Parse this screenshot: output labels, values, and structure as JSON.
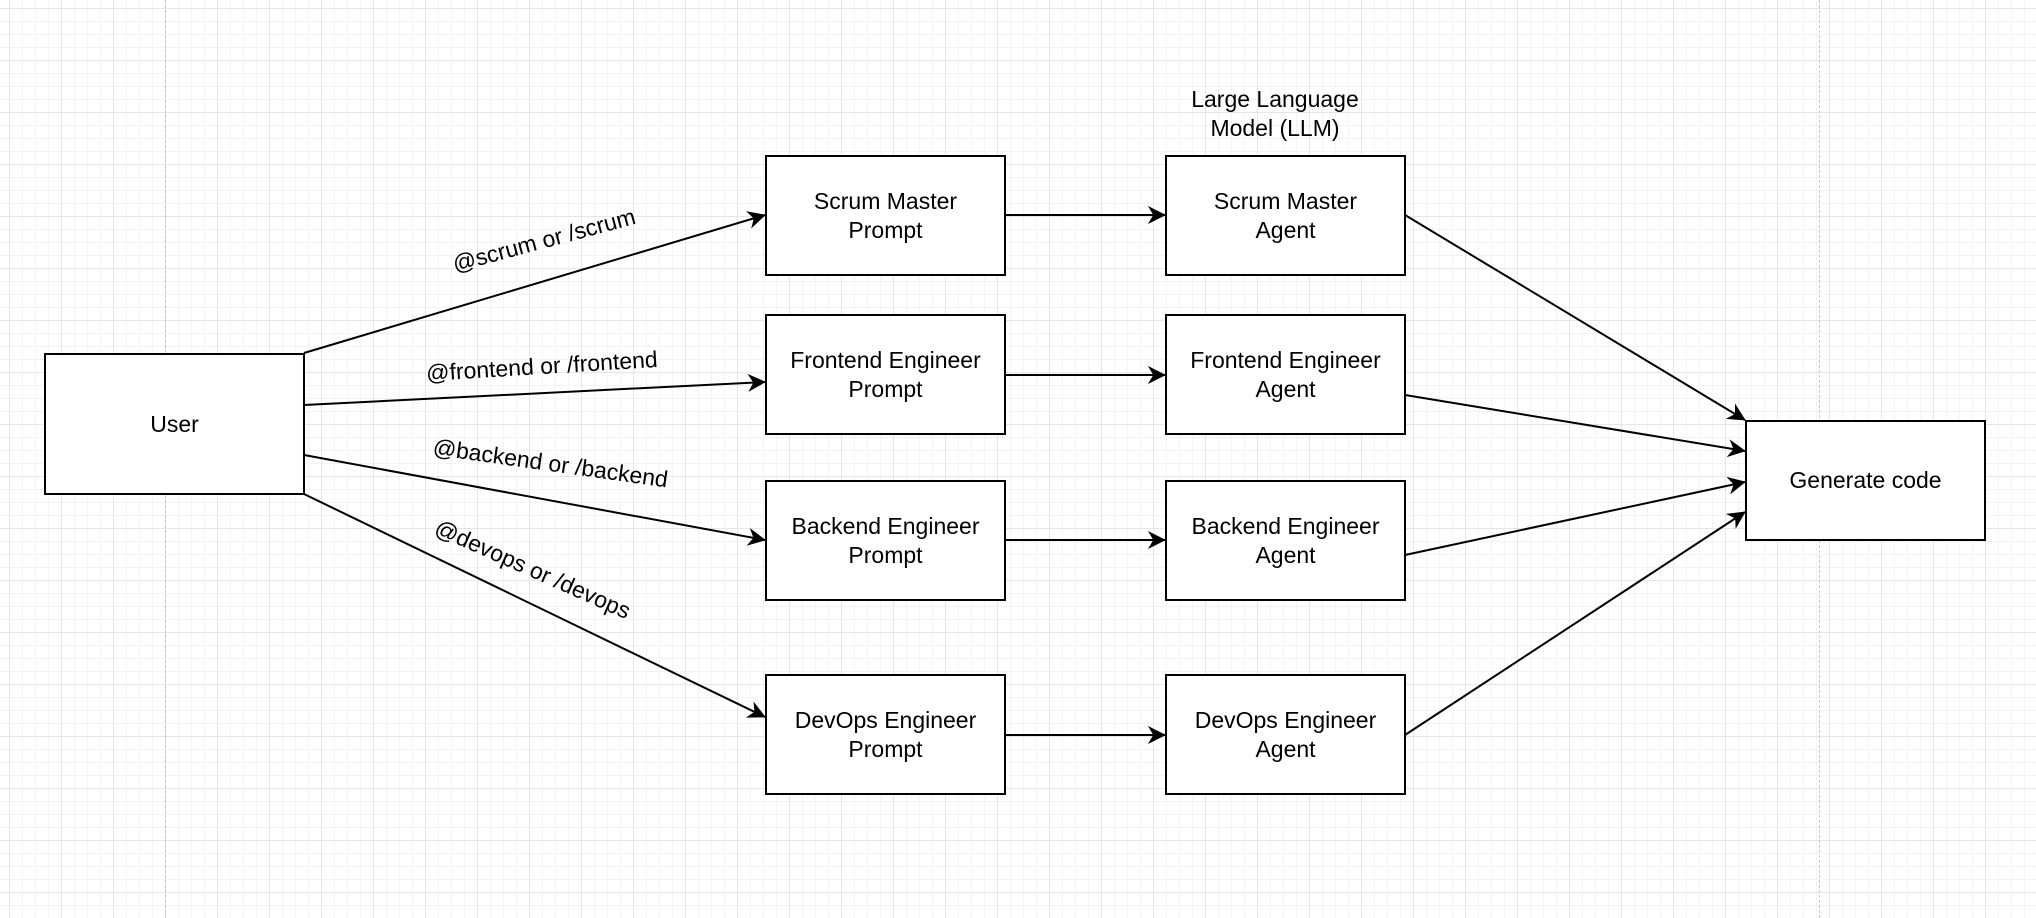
{
  "colors": {
    "stroke": "#000000",
    "background": "#ffffff",
    "grid": "#e6e6e6"
  },
  "group_label": "Large Language\nModel (LLM)",
  "nodes": {
    "user": "User",
    "scrum_prompt": "Scrum Master\nPrompt",
    "frontend_prompt": "Frontend Engineer\nPrompt",
    "backend_prompt": "Backend Engineer\nPrompt",
    "devops_prompt": "DevOps Engineer\nPrompt",
    "scrum_agent": "Scrum Master\nAgent",
    "frontend_agent": "Frontend Engineer\nAgent",
    "backend_agent": "Backend Engineer\nAgent",
    "devops_agent": "DevOps Engineer\nAgent",
    "generate": "Generate code"
  },
  "edge_labels": {
    "scrum": "@scrum or /scrum",
    "frontend": "@frontend or /frontend",
    "backend": "@backend or /backend",
    "devops": "@devops or /devops"
  },
  "edges": [
    {
      "from": "user",
      "to": "scrum_prompt",
      "label": "scrum"
    },
    {
      "from": "user",
      "to": "frontend_prompt",
      "label": "frontend"
    },
    {
      "from": "user",
      "to": "backend_prompt",
      "label": "backend"
    },
    {
      "from": "user",
      "to": "devops_prompt",
      "label": "devops"
    },
    {
      "from": "scrum_prompt",
      "to": "scrum_agent"
    },
    {
      "from": "frontend_prompt",
      "to": "frontend_agent"
    },
    {
      "from": "backend_prompt",
      "to": "backend_agent"
    },
    {
      "from": "devops_prompt",
      "to": "devops_agent"
    },
    {
      "from": "scrum_agent",
      "to": "generate"
    },
    {
      "from": "frontend_agent",
      "to": "generate"
    },
    {
      "from": "backend_agent",
      "to": "generate"
    },
    {
      "from": "devops_agent",
      "to": "generate"
    }
  ]
}
